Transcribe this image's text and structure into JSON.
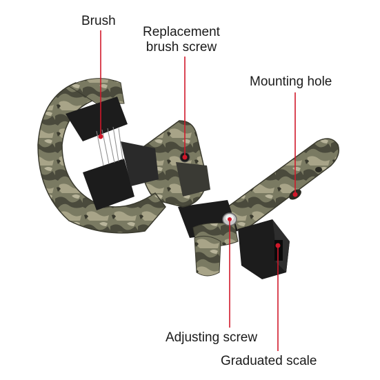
{
  "callouts": {
    "brush": "Brush",
    "replacement_line1": "Replacement",
    "replacement_line2": "brush screw",
    "mounting_hole": "Mounting hole",
    "adjusting_screw": "Adjusting screw",
    "graduated_scale": "Graduated scale"
  },
  "colors": {
    "leader_line": "#d0182a",
    "camo_dark": "#4a4a3c",
    "camo_mid": "#7a7a62",
    "camo_light": "#a8a488",
    "black_part": "#1c1c1c"
  }
}
